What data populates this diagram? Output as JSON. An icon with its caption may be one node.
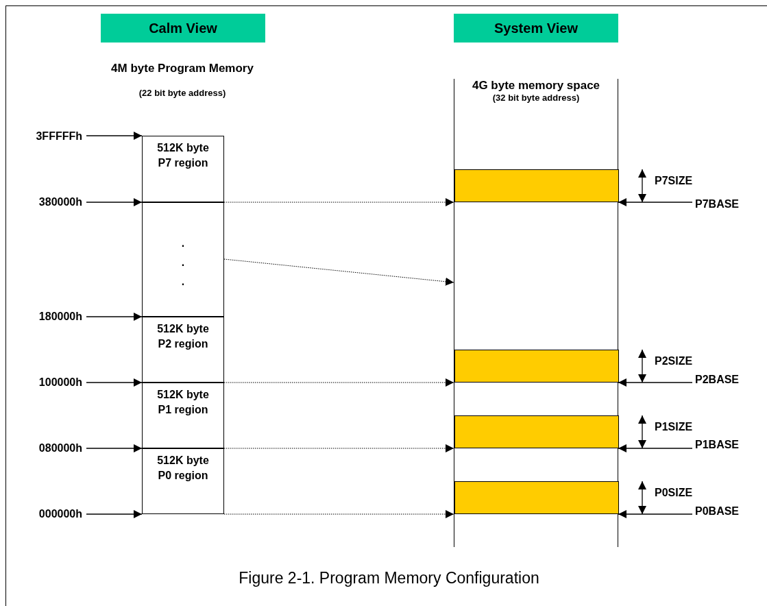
{
  "diagram": {
    "caption": "Figure 2-1. Program Memory Configuration",
    "nodes": [
      {
        "text": [
          "Calm View"
        ]
      },
      {
        "text": [
          "System View"
        ]
      },
      {
        "text": [
          "512K byte P7 region"
        ]
      },
      {
        "text": [
          ". . ."
        ]
      },
      {
        "text": [
          "512K byte P2 region"
        ]
      },
      {
        "text": [
          "512K byte P1 region"
        ]
      },
      {
        "text": [
          "512K byte P0 region"
        ]
      },
      {
        "text": [
          "3FFFFFh"
        ]
      },
      {
        "text": [
          "380000h"
        ]
      },
      {
        "text": [
          "180000h"
        ]
      },
      {
        "text": [
          "100000h"
        ]
      },
      {
        "text": [
          "080000h"
        ]
      },
      {
        "text": [
          "000000h"
        ]
      },
      {
        "text": [
          "4G byte memory space",
          "(32 bit byte address)"
        ]
      },
      {
        "text": [],
        "shape": "bar",
        "in": 13
      },
      {
        "text": [],
        "shape": "bar",
        "in": 13
      },
      {
        "text": [],
        "shape": "bar",
        "in": 13
      },
      {
        "text": [],
        "shape": "bar",
        "in": 13
      },
      {
        "text": [
          "P7BASE"
        ]
      },
      {
        "text": [
          "P2BASE"
        ]
      },
      {
        "text": [
          "P1BASE"
        ]
      },
      {
        "text": [
          "P0BASE"
        ]
      }
    ],
    "edges": [
      {
        "from": 7,
        "to": 2,
        "arrow": "to"
      },
      {
        "from": 8,
        "to": 3,
        "arrow": "to"
      },
      {
        "from": 9,
        "to": 4,
        "arrow": "to"
      },
      {
        "from": 10,
        "to": 5,
        "arrow": "to"
      },
      {
        "from": 11,
        "to": 6,
        "arrow": "to"
      },
      {
        "from": 12,
        "to": 6,
        "arrow": "to"
      },
      {
        "from": 2,
        "to": 14,
        "arrow": "to",
        "style": "dashed"
      },
      {
        "from": 3,
        "to": 13,
        "arrow": "to",
        "style": "dashed"
      },
      {
        "from": 4,
        "to": 15,
        "arrow": "to",
        "style": "dashed"
      },
      {
        "from": 5,
        "to": 16,
        "arrow": "to",
        "style": "dashed"
      },
      {
        "from": 6,
        "to": 17,
        "arrow": "to",
        "style": "dashed"
      },
      {
        "from": 18,
        "to": 14,
        "arrow": "to"
      },
      {
        "from": 19,
        "to": 15,
        "arrow": "to"
      },
      {
        "from": 20,
        "to": 16,
        "arrow": "to"
      },
      {
        "from": 21,
        "to": 17,
        "arrow": "to"
      }
    ],
    "labels": [
      "4M byte Program Memory",
      "(22 bit byte address)",
      "P7SIZE",
      "P2SIZE",
      "P1SIZE",
      "P0SIZE"
    ]
  }
}
